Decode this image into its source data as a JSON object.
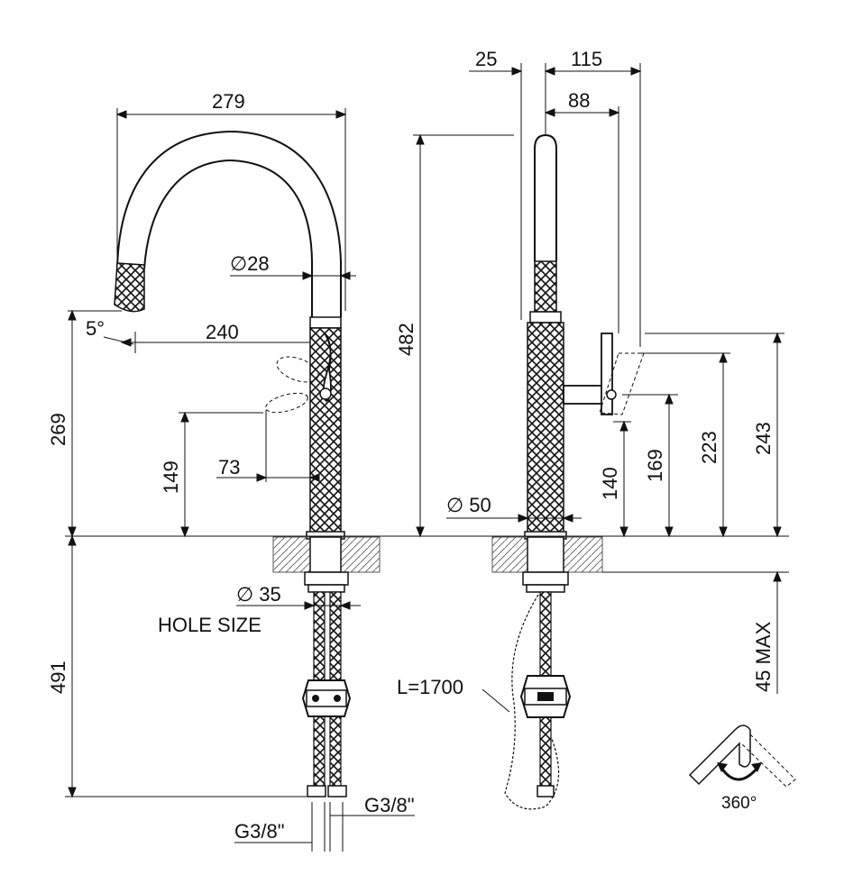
{
  "dimensions": {
    "d279": "279",
    "d28": "∅28",
    "d5deg": "5°",
    "d240": "240",
    "d269": "269",
    "d149": "149",
    "d73": "73",
    "d491": "491",
    "d35": "∅ 35",
    "hole_size": "HOLE SIZE",
    "g38_left": "G3/8\"",
    "g38_right": "G3/8\"",
    "d25": "25",
    "d115": "115",
    "d88": "88",
    "d482": "482",
    "d50": "∅ 50",
    "d140": "140",
    "d169": "169",
    "d223": "223",
    "d243": "243",
    "d45max": "45 MAX",
    "hose_length": "L=1700",
    "rotation": "360°"
  }
}
